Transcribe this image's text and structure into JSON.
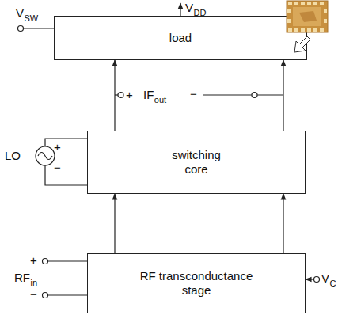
{
  "diagram": {
    "nodes": [
      {
        "text": [
          "load"
        ]
      },
      {
        "text": [
          "switching core"
        ]
      },
      {
        "text": [
          "RF transconductance stage"
        ]
      }
    ],
    "edges": [
      {
        "from": 1,
        "to": 0,
        "arrow": "to"
      },
      {
        "from": 1,
        "to": 0,
        "arrow": "to"
      },
      {
        "from": 2,
        "to": 1,
        "arrow": "to"
      },
      {
        "from": 2,
        "to": 1,
        "arrow": "to"
      }
    ],
    "labels": [
      "V",
      "DD",
      "V",
      "SW",
      "+",
      "IF",
      "out",
      "−",
      "LO",
      "+",
      "−",
      "+",
      "RF",
      "in",
      "−",
      "V",
      "C"
    ]
  }
}
